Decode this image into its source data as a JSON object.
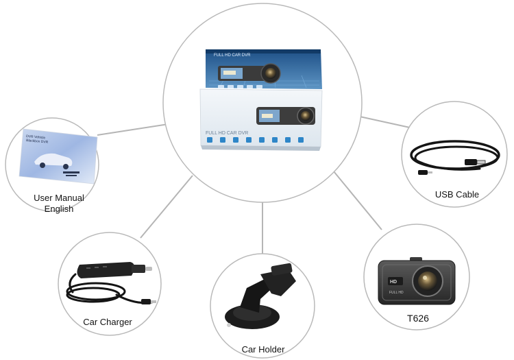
{
  "center_product": {
    "box_title": "FULL HD CAR DVR",
    "box_side_title": "FULL HD CAR DVR"
  },
  "accessories": {
    "manual": {
      "line1": "User Manual",
      "line2": "English",
      "cover_text1": "DVR Vehicle",
      "cover_text2": "Blackbox DVR"
    },
    "usb": {
      "label": "USB Cable"
    },
    "charger": {
      "label": "Car Charger"
    },
    "holder": {
      "label": "Car Holder"
    },
    "camera": {
      "label": "T626",
      "screen_text": "FULL HD"
    }
  },
  "colors": {
    "circle_stroke": "#b9b9b9",
    "connector": "#b5b5b5",
    "box_blue": "#2e6fa8",
    "device_dark": "#2b2b2b"
  }
}
